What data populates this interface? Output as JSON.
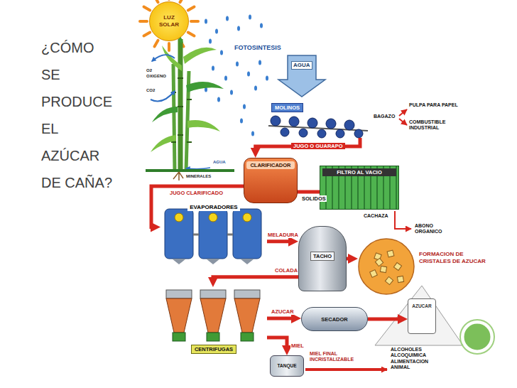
{
  "diagram": {
    "title": "¿CÓMO SE PRODUCE EL AZÚCAR DE CAÑA?",
    "nodes": [
      {
        "text": [
          "LUZ SOLAR"
        ]
      },
      {
        "text": [
          "MOLINOS"
        ]
      },
      {
        "text": [
          "CLARIFICADOR"
        ]
      },
      {
        "text": [
          "FILTRO AL VACIO"
        ]
      },
      {
        "text": [
          "EVAPORADORES"
        ]
      },
      {
        "text": [
          "TACHO"
        ]
      },
      {
        "text": [
          "FORMACION DE CRISTALES DE AZUCAR"
        ]
      },
      {
        "text": [
          "CENTRIFUGAS"
        ]
      },
      {
        "text": [
          "SECADOR"
        ]
      },
      {
        "text": [
          "AZUCAR"
        ]
      },
      {
        "text": [
          "TANQUE"
        ]
      }
    ],
    "edges": [
      {
        "from": 1,
        "to": 2,
        "label": "JUGO O GUARAPO",
        "arrow": "to"
      },
      {
        "from": 2,
        "to": 3,
        "label": "SOLIDOS",
        "arrow": "to"
      },
      {
        "from": 2,
        "to": 4,
        "label": "JUGO CLARIFICADO",
        "arrow": "to"
      },
      {
        "from": 4,
        "to": 5,
        "label": "MELADURA",
        "arrow": "to"
      },
      {
        "from": 5,
        "to": 6,
        "arrow": "to"
      },
      {
        "from": 5,
        "to": 7,
        "label": "COLADA",
        "arrow": "to"
      },
      {
        "from": 7,
        "to": 8,
        "label": "AZUCAR",
        "arrow": "to"
      },
      {
        "from": 7,
        "to": 10,
        "label": "MIEL",
        "arrow": "to"
      },
      {
        "from": 8,
        "to": 9,
        "arrow": "to"
      }
    ],
    "labels": [
      "O2",
      "OXIGENO",
      "CO2",
      "FOTOSINTESIS",
      "AGUA",
      "AGUA",
      "MINERALES",
      "BAGAZO",
      "PULPA PARA PAPEL",
      "COMBUSTIBLE INDUSTRIAL",
      "CACHAZA",
      "ABONO ORGANICO",
      "MIEL FINAL INCRISTALIZABLE",
      "ALCOHOLES ALCOQUIMICA ALIMENTACION ANIMAL"
    ]
  }
}
